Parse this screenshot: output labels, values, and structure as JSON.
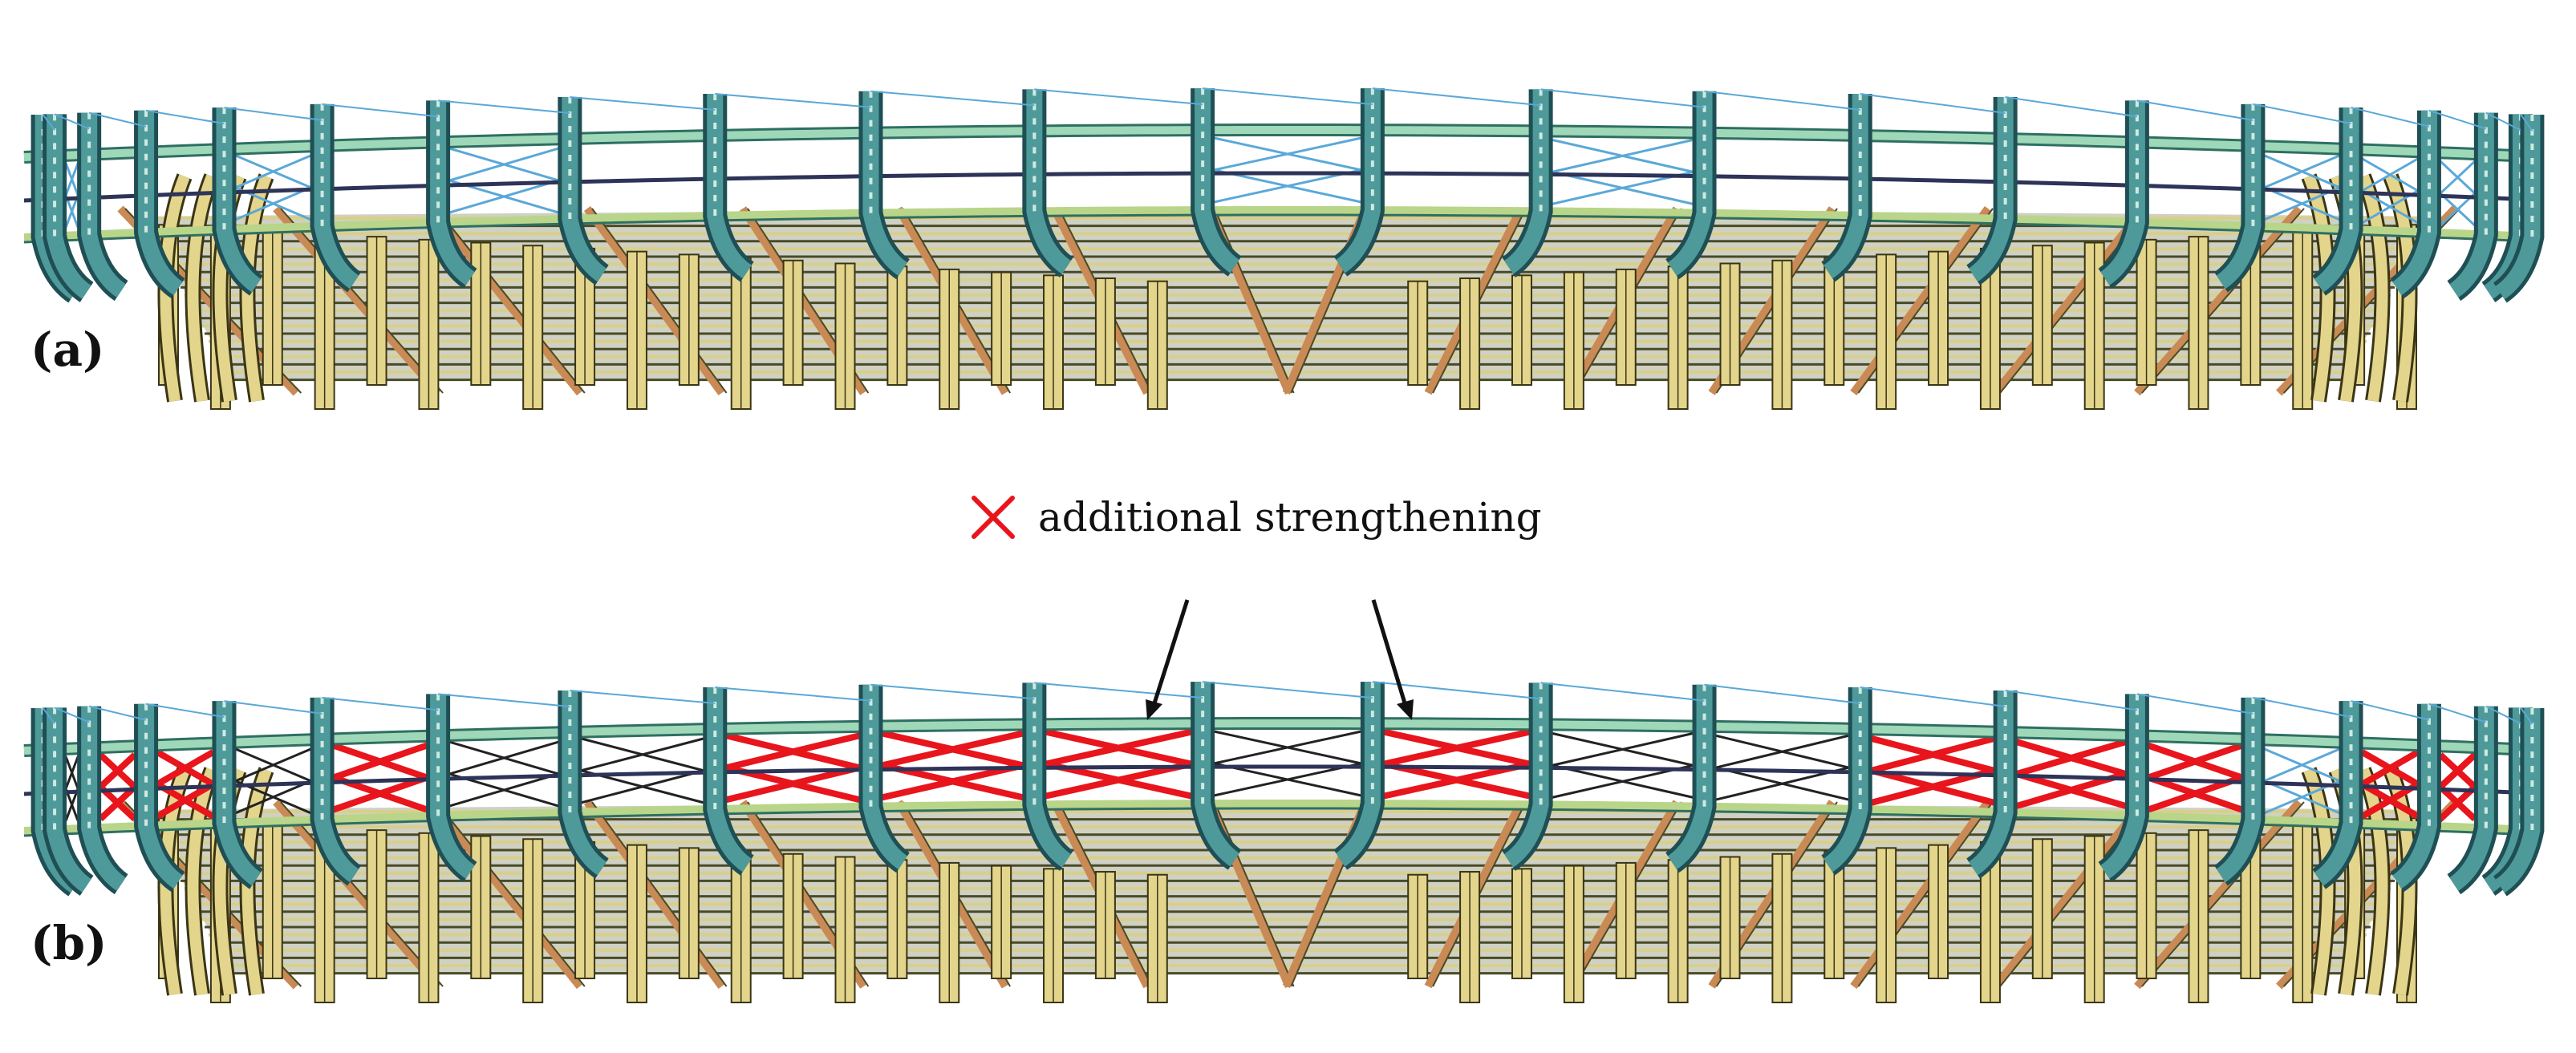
{
  "panels": [
    {
      "id": "a",
      "label": "(a)"
    },
    {
      "id": "b",
      "label": "(b)"
    }
  ],
  "legend": {
    "text": "additional strengthening",
    "symbol": "red-x-icon"
  },
  "colors": {
    "roof_ring": "#9fd8b8",
    "roof_ring_edge": "#2f6f62",
    "rib": "#4e9a9a",
    "rib_dark": "#1f4f55",
    "existing_bracing": "#5aa8d8",
    "additional_strengthening": "#e8151c",
    "tier_beam": "#d9cf8a",
    "tier_beam_dark": "#4a4a26",
    "column": "#e4d58c",
    "column_edge": "#3a3515",
    "raker": "#c98a55",
    "black_bracing": "#222222"
  },
  "structure": {
    "existing_bracing_bays_a": [
      1,
      2,
      5,
      7,
      12,
      14,
      19,
      20,
      21
    ],
    "strengthened_bays_b": [
      1,
      3,
      4,
      6,
      9,
      10,
      11,
      13,
      16,
      17,
      18,
      20,
      21
    ],
    "black_bracing_bays_b": [
      2,
      5,
      7,
      8,
      12,
      14,
      15
    ],
    "blue_bracing_bays_b": [
      19
    ]
  }
}
